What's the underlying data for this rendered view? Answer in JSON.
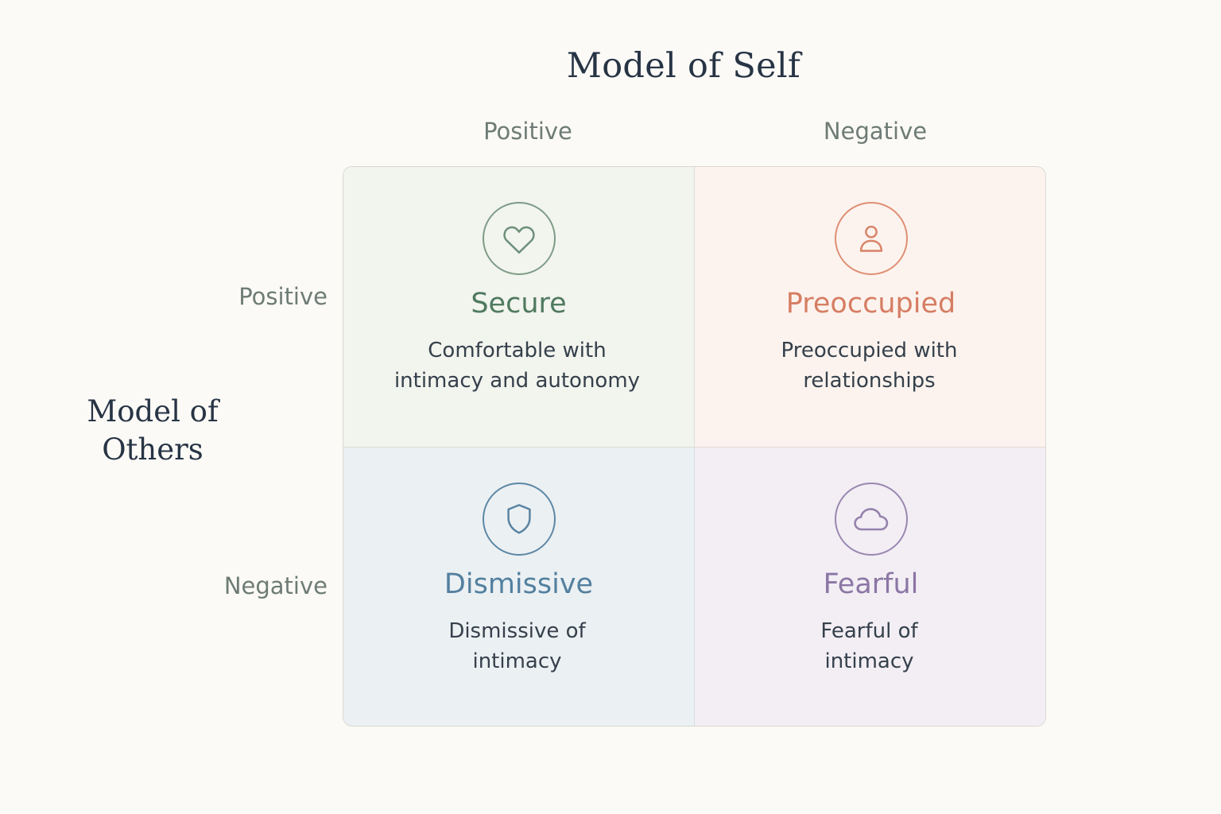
{
  "title": "Model of Self",
  "axis_left": {
    "line1": "Model of",
    "line2": "Others"
  },
  "columns": {
    "positive": "Positive",
    "negative": "Negative"
  },
  "rows": {
    "positive": "Positive",
    "negative": "Negative"
  },
  "quadrants": {
    "secure": {
      "title": "Secure",
      "desc_line1": "Comfortable with",
      "desc_line2": "intimacy and autonomy",
      "icon": "heart-icon",
      "color": "#4f7a5f"
    },
    "preoccupied": {
      "title": "Preoccupied",
      "desc_line1": "Preoccupied with",
      "desc_line2": "relationships",
      "icon": "person-icon",
      "color": "#d67d63"
    },
    "dismissive": {
      "title": "Dismissive",
      "desc_line1": "Dismissive of",
      "desc_line2": "intimacy",
      "icon": "shield-icon",
      "color": "#53809f"
    },
    "fearful": {
      "title": "Fearful",
      "desc_line1": "Fearful of",
      "desc_line2": "intimacy",
      "icon": "cloud-icon",
      "color": "#8b76a4"
    }
  }
}
